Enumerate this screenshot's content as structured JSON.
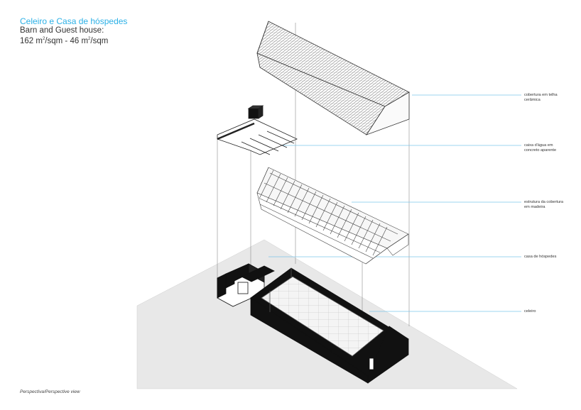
{
  "title": {
    "portuguese": "Celeiro e Casa de hóspedes",
    "english": "Barn and Guest house:",
    "area_a": "162 m",
    "area_sup": "2",
    "area_mid": "/sqm - 46 m",
    "area_sup2": "2",
    "area_end": "/sqm"
  },
  "caption": {
    "pt": "Perspectiva/",
    "en": "Perspective view"
  },
  "labels": [
    {
      "line1": "cobertura em telha",
      "line2": "cerâmica"
    },
    {
      "line1": "caixa d'água em",
      "line2": "concreto aparente"
    },
    {
      "line1": "estrutura da cobertura",
      "line2": "em madeira"
    },
    {
      "line1": "casa de hóspedes",
      "line2": ""
    },
    {
      "line1": "celeiro",
      "line2": ""
    }
  ],
  "colors": {
    "accent": "#2bb0e6",
    "ground": "#e8e8e8",
    "wall": "#111111",
    "leader": "#7cc6ea"
  }
}
